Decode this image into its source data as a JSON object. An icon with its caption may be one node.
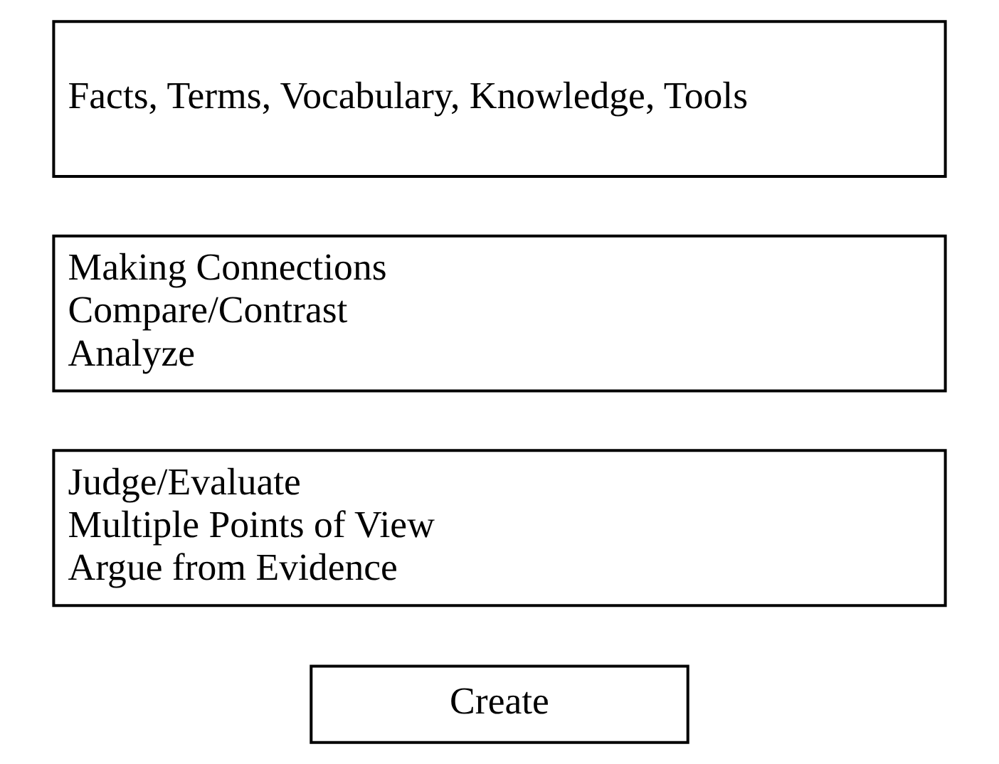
{
  "diagram": {
    "nodes": [
      {
        "text": [
          "Create"
        ]
      },
      {
        "text": [
          "Judge/Evaluate",
          "Multiple Points of View",
          "Argue from Evidence"
        ]
      },
      {
        "text": [
          "Making Connections",
          "Compare/Contrast",
          "Analyze"
        ]
      },
      {
        "text": [
          "Facts, Terms, Vocabulary, Knowledge, Tools"
        ]
      }
    ]
  }
}
